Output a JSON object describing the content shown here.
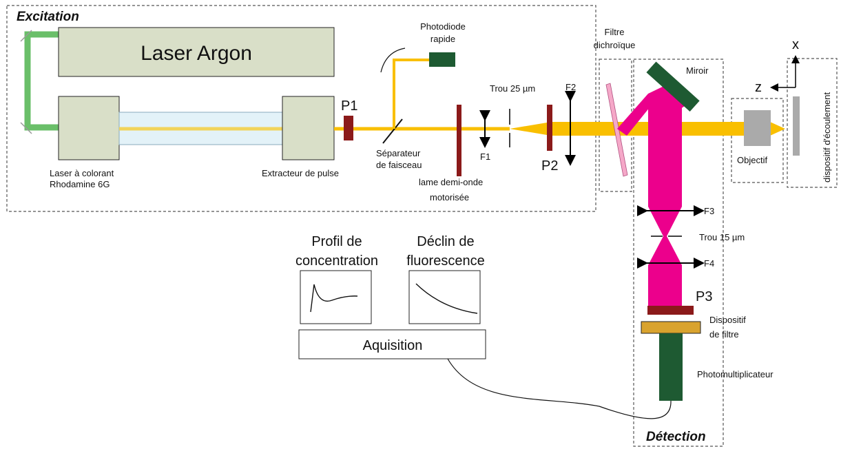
{
  "sections": {
    "excitation": "Excitation",
    "detection": "Détection"
  },
  "components": {
    "laser_argon": "Laser Argon",
    "dye_laser_line1": "Laser à colorant",
    "dye_laser_line2": "Rhodamine 6G",
    "pulse_extractor": "Extracteur de pulse",
    "photodiode_line1": "Photodiode",
    "photodiode_line2": "rapide",
    "beamsplitter_line1": "Séparateur",
    "beamsplitter_line2": "de faisceau",
    "halfwave_line1": "lame demi-onde",
    "halfwave_line2": "motorisée",
    "pinhole25": "Trou 25 µm",
    "pinhole15": "Trou 15 µm",
    "dichroic_line1": "Filtre",
    "dichroic_line2": "dichroïque",
    "mirror": "Miroir",
    "objective": "Objectif",
    "flow_device": "dispositif d'écoulement",
    "filter_device_line1": "Dispositif",
    "filter_device_line2": "de filtre",
    "pmt": "Photomultiplicateur",
    "acquisition": "Aquisition",
    "profile_line1": "Profil de",
    "profile_line2": "concentration",
    "decay_line1": "Déclin de",
    "decay_line2": "fluorescence"
  },
  "labels": {
    "P1": "P1",
    "P2": "P2",
    "P3": "P3",
    "F1": "F1",
    "F2": "F2",
    "F3": "F3",
    "F4": "F4",
    "axis_x": "x",
    "axis_z": "z"
  },
  "colors": {
    "beam_yellow": "#f9bf00",
    "beam_pink": "#ec008c",
    "laser_box": "#d9dfc8",
    "pump_green": "#6abf69",
    "dark_green": "#1e5a32",
    "polarizer_red": "#8b1a1a",
    "filter_gold": "#d9a32e",
    "dichroic_pink": "#f5a8c8"
  }
}
